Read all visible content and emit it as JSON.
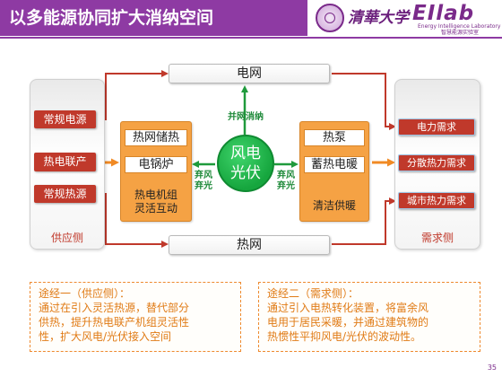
{
  "header": {
    "title": "以多能源协同扩大消纳空间",
    "university_name": "清華大学",
    "lab_name": "EIlab",
    "lab_subtitle_en": "Energy Intelligence Laboratory",
    "lab_subtitle_cn": "智慧能源实验室",
    "accent_color": "#8e3aa3"
  },
  "supply": {
    "items": [
      "常规电源",
      "热电联产",
      "常规热源"
    ],
    "label": "供应侧"
  },
  "demand": {
    "items": [
      "电力需求",
      "分散热力需求",
      "城市热力需求"
    ],
    "label": "需求侧"
  },
  "grids": {
    "power": "电网",
    "heat": "热网"
  },
  "center": {
    "left_block": {
      "items": [
        "热网储热",
        "电锅炉"
      ],
      "caption_lines": [
        "热电机组",
        "灵活互动"
      ]
    },
    "core": {
      "line1": "风电",
      "line2": "光伏",
      "color": "#16a63e"
    },
    "right_block": {
      "items": [
        "热泵",
        "蓄热电暖"
      ],
      "caption": "清洁供暖"
    },
    "grid_link_label": "并网消纳",
    "left_arrow_label": [
      "弃风",
      "弃光"
    ],
    "right_arrow_label": [
      "弃风",
      "弃光"
    ]
  },
  "notes": {
    "path1": {
      "title": "途经一（供应侧）：",
      "lines": [
        "通过在引入灵活热源，替代部分",
        "供热，提升热电联产机组灵活性",
        "性，扩大风电/光伏接入空间"
      ]
    },
    "path2": {
      "title": "途经二（需求侧）：",
      "lines": [
        "通过引入电热转化装置，将富余风",
        "电用于居民采暖，并通过建筑物的",
        "热惯性平抑风电/光伏的波动性。"
      ]
    }
  },
  "page_number": "35",
  "colors": {
    "supply_red": "#c0392b",
    "orange": "#f5a244",
    "arrow_orange": "#f08a24",
    "note_orange": "#ee8a2f"
  }
}
